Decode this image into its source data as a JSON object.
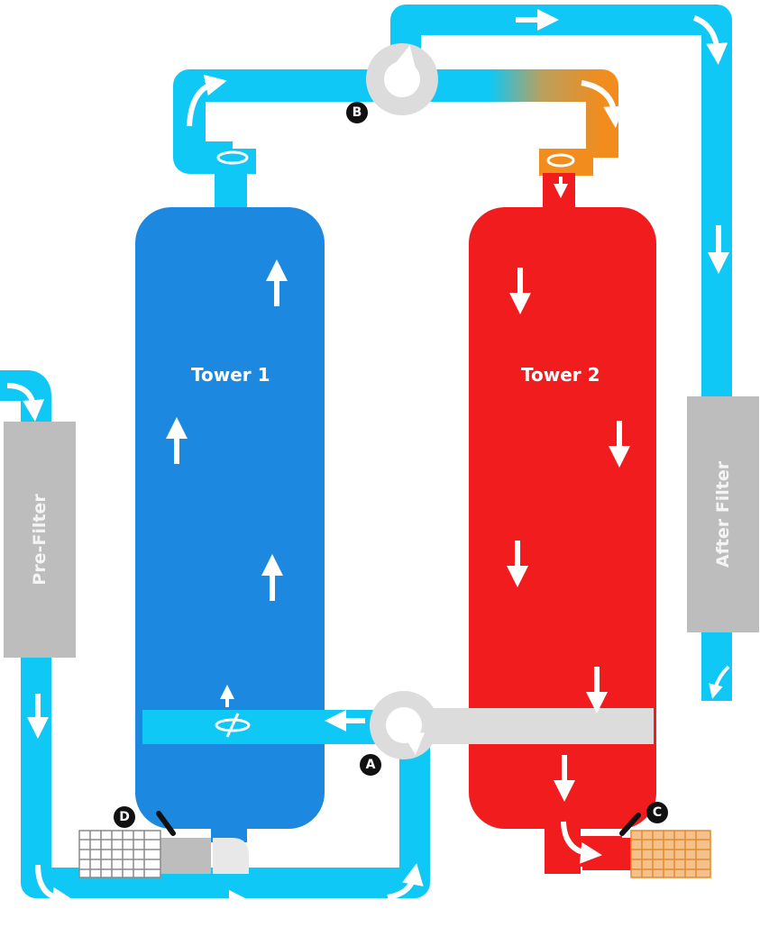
{
  "labels": {
    "tower1": "Tower 1",
    "tower2": "Tower 2",
    "pre_filter": "Pre-Filter",
    "after_filter": "After Filter"
  },
  "markers": {
    "a": "A",
    "b": "B",
    "c": "C",
    "d": "D"
  },
  "colors": {
    "dry_air": "#0fc8f5",
    "tower1": "#1d88e0",
    "tower2": "#f01c1e",
    "purge": "#f28c1c",
    "filter": "#bdbdbd",
    "valve": "#dcdcdc",
    "arrow": "#ffffff"
  }
}
